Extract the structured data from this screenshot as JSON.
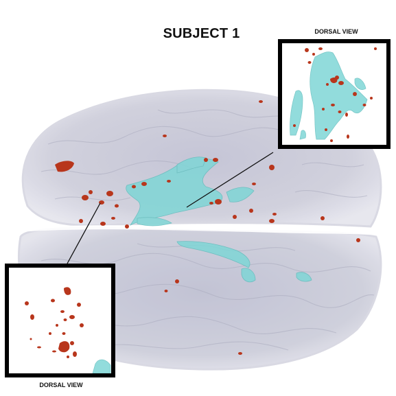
{
  "figure": {
    "title": "SUBJECT 1",
    "inset_top_caption": "DORSAL VIEW",
    "inset_bottom_caption": "DORSAL VIEW"
  },
  "colors": {
    "brain_tissue": "#c9c9d8",
    "cyan_region": "#7fd6d6",
    "red_lesions": "#b8361c",
    "frame": "#000000"
  }
}
